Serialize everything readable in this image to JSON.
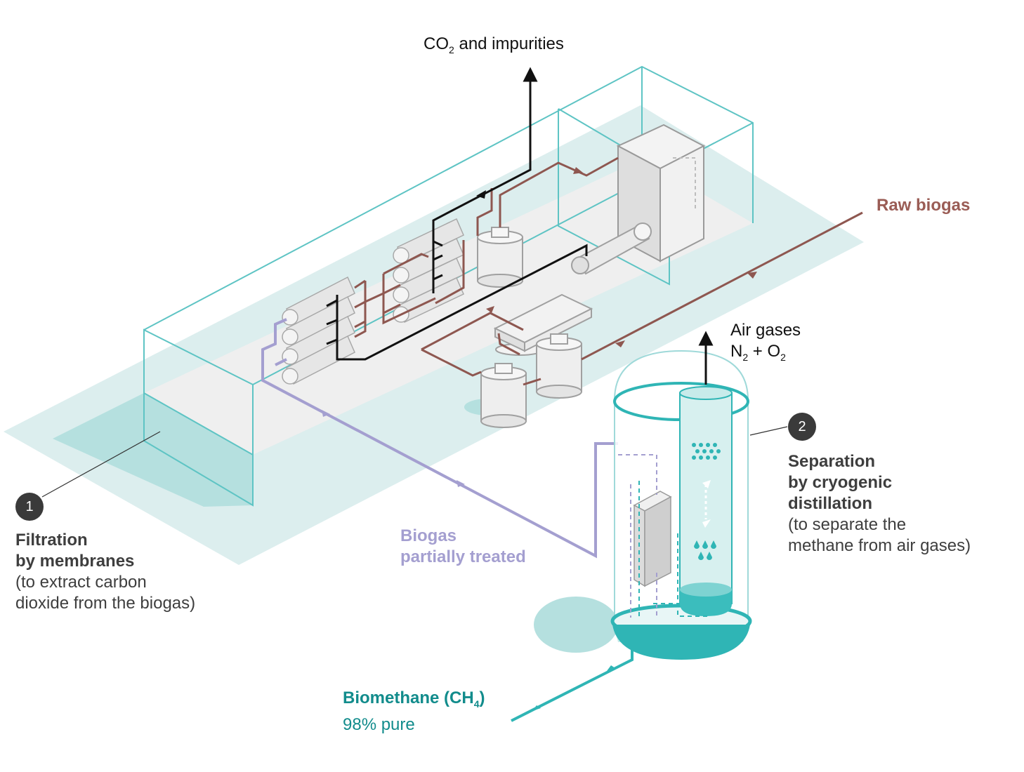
{
  "labels": {
    "co2": {
      "main": "CO",
      "sub": "2",
      "rest": " and impurities"
    },
    "raw_biogas": "Raw biogas",
    "air_gases": {
      "line1": "Air gases",
      "n": "N",
      "n_sub": "2",
      "plus": " + O",
      "o_sub": "2"
    },
    "biogas_partial": {
      "line1": "Biogas",
      "line2": "partially treated"
    },
    "biomethane": {
      "line1": "Biomethane (CH",
      "sub": "4",
      "close": ")",
      "line2": "98% pure"
    }
  },
  "steps": [
    {
      "number": "1",
      "title_line1": "Filtration",
      "title_line2": "by membranes",
      "desc_line1": "(to extract carbon",
      "desc_line2": "dioxide from the biogas)"
    },
    {
      "number": "2",
      "title_line1": "Separation",
      "title_line2": "by cryogenic",
      "title_line3": "distillation",
      "desc_line1": "(to separate the",
      "desc_line2": "methane from air gases)"
    }
  ],
  "colors": {
    "teal": "#2fb5b5",
    "teal_dark": "#128c8c",
    "teal_light": "#d6eeee",
    "lavender": "#a49fd0",
    "brown": "#8e5750",
    "gray_fill": "#ececec",
    "outline": "#5ec4c4"
  }
}
